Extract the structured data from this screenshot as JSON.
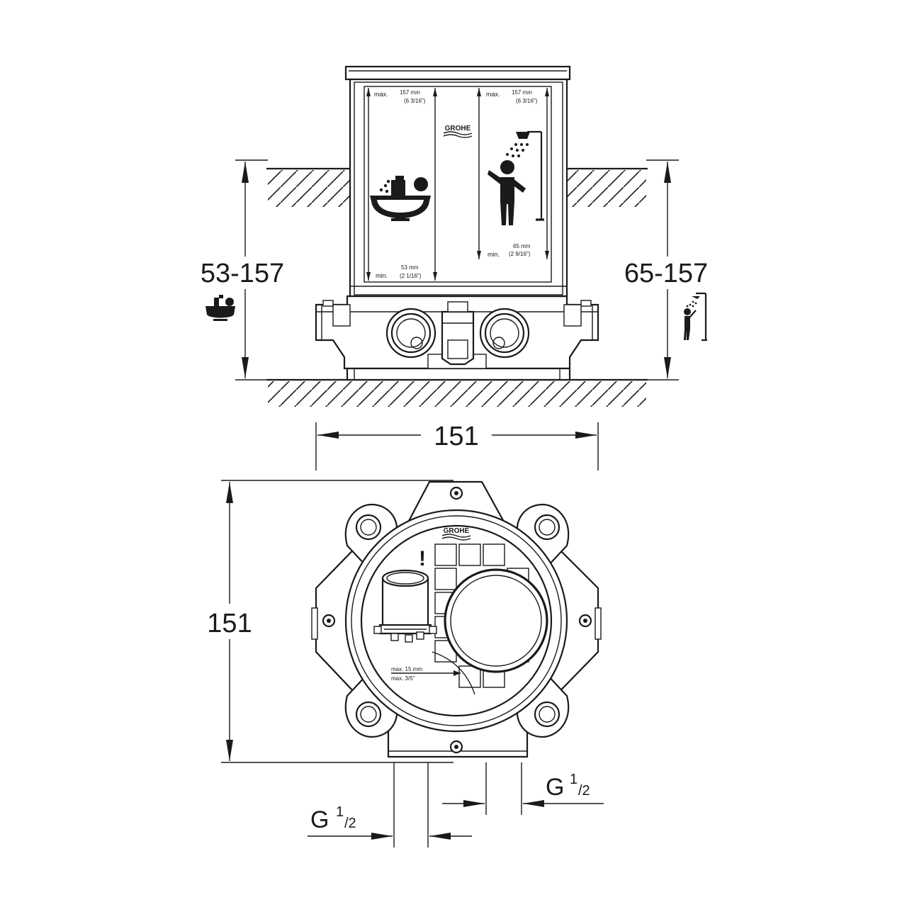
{
  "side_view": {
    "left_dimension": "53-157",
    "right_dimension": "65-157",
    "inner_left_max": "max.",
    "inner_left_max_mm": "157 mm",
    "inner_left_max_in": "(6 3/16\")",
    "inner_left_min": "min.",
    "inner_left_min_mm": "53 mm",
    "inner_left_min_in": "(2 1/16\")",
    "inner_right_max": "max.",
    "inner_right_max_mm": "157 mm",
    "inner_right_max_in": "(6 3/16\")",
    "inner_right_min": "min.",
    "inner_right_min_mm": "65 mm",
    "inner_right_min_in": "(2 9/16\")",
    "brand": "GROHE"
  },
  "top_view": {
    "width_dimension": "151",
    "height_dimension": "151",
    "brand": "GROHE",
    "warning_mark": "!",
    "note_line1": "max. 15 mm",
    "note_line2": "max. 3/5\"",
    "thread_left_main": "G",
    "thread_left_num": "1",
    "thread_left_den": "/2",
    "thread_right_main": "G",
    "thread_right_num": "1",
    "thread_right_den": "/2"
  },
  "icons": [
    "bathtub-icon",
    "shower-icon",
    "grohe-logo",
    "valve-cartridge-icon"
  ]
}
